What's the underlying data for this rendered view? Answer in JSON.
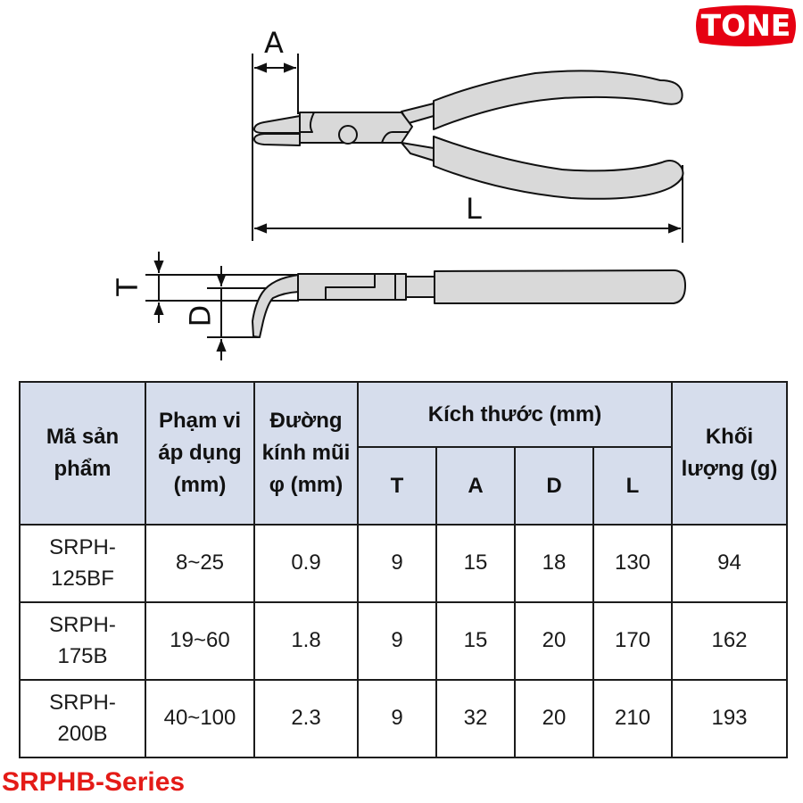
{
  "brand": {
    "logo_text": "TONE",
    "logo_color": "#e60012"
  },
  "diagram": {
    "top_view": {
      "dimension_labels": {
        "A": "A",
        "L": "L"
      }
    },
    "side_view": {
      "dimension_labels": {
        "T": "T",
        "D": "D"
      }
    },
    "fill_color": "#d9d9d9",
    "stroke_color": "#111111"
  },
  "table": {
    "header_bg": "#d6ddec",
    "headers": {
      "product_code": "Mã sản phẩm",
      "range": "Phạm vi áp dụng (mm)",
      "tip_diameter": "Đường kính mũi φ (mm)",
      "dimensions_group": "Kích thước (mm)",
      "weight": "Khối lượng (g)",
      "sub": {
        "T": "T",
        "A": "A",
        "D": "D",
        "L": "L"
      }
    },
    "rows": [
      {
        "code": "SRPH-125BF",
        "range": "8~25",
        "tip": "0.9",
        "T": "9",
        "A": "15",
        "D": "18",
        "L": "130",
        "weight": "94"
      },
      {
        "code": "SRPH-175B",
        "range": "19~60",
        "tip": "1.8",
        "T": "9",
        "A": "15",
        "D": "20",
        "L": "170",
        "weight": "162"
      },
      {
        "code": "SRPH-200B",
        "range": "40~100",
        "tip": "2.3",
        "T": "9",
        "A": "32",
        "D": "20",
        "L": "210",
        "weight": "193"
      }
    ]
  },
  "footer": {
    "series_label": "SRPHB-Series",
    "series_color": "#e41b17"
  }
}
